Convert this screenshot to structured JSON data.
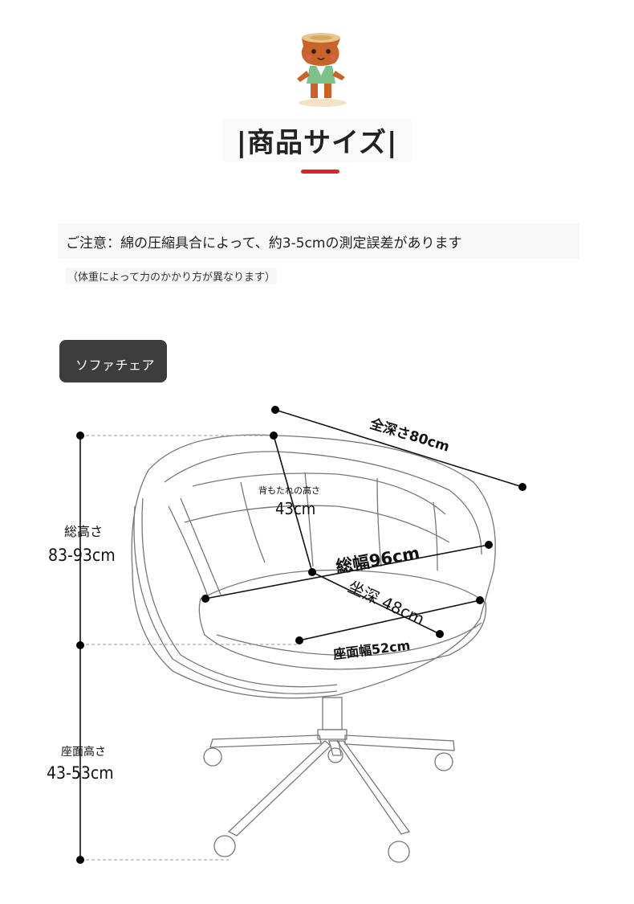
{
  "header": {
    "title": "|商品サイズ|"
  },
  "notice": {
    "main": "ご注意：綿の圧縮具合によって、約3-5cmの測定誤差があります",
    "sub": "（体重によって力のかかり方が異なります）"
  },
  "product_label": "ソファチェア",
  "dimensions": {
    "total_depth": "全深さ80cm",
    "backrest_height_label": "背もたれの高さ",
    "backrest_height_value": "43cm",
    "total_height_label": "総高さ",
    "total_height_value": "83-93cm",
    "total_width": "総幅96cm",
    "seat_depth": "坐深 48cm",
    "seat_width": "座面幅52cm",
    "seat_height_label": "座面高さ",
    "seat_height_value": "43-53cm"
  },
  "colors": {
    "accent_underline": "#d9242a",
    "label_bg": "#3d3d3d",
    "line": "#111111"
  }
}
